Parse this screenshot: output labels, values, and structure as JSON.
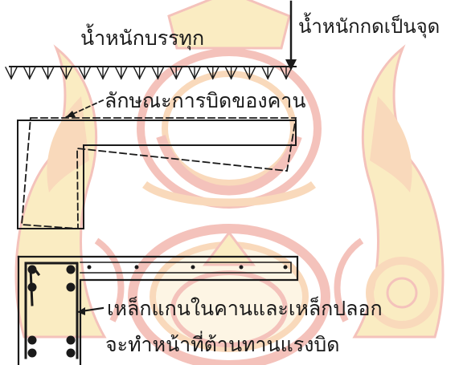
{
  "labels": {
    "distributed_load": "น้ำหนักบรรทุก",
    "point_load": "น้ำหนักกดเป็นจุด",
    "twist_shape": "ลักษณะการบิดของคาน",
    "rebar_line1": "เหล็กแกนในคานและเหล็กปลอก",
    "rebar_line2": "จะทำหน้าที่ต้านทานแรงบิด"
  },
  "colors": {
    "stroke": "#1a1a1a",
    "watermark_red": "#e87a6a",
    "watermark_orange": "#f2ad6a",
    "watermark_yellow": "#f5d77a"
  }
}
